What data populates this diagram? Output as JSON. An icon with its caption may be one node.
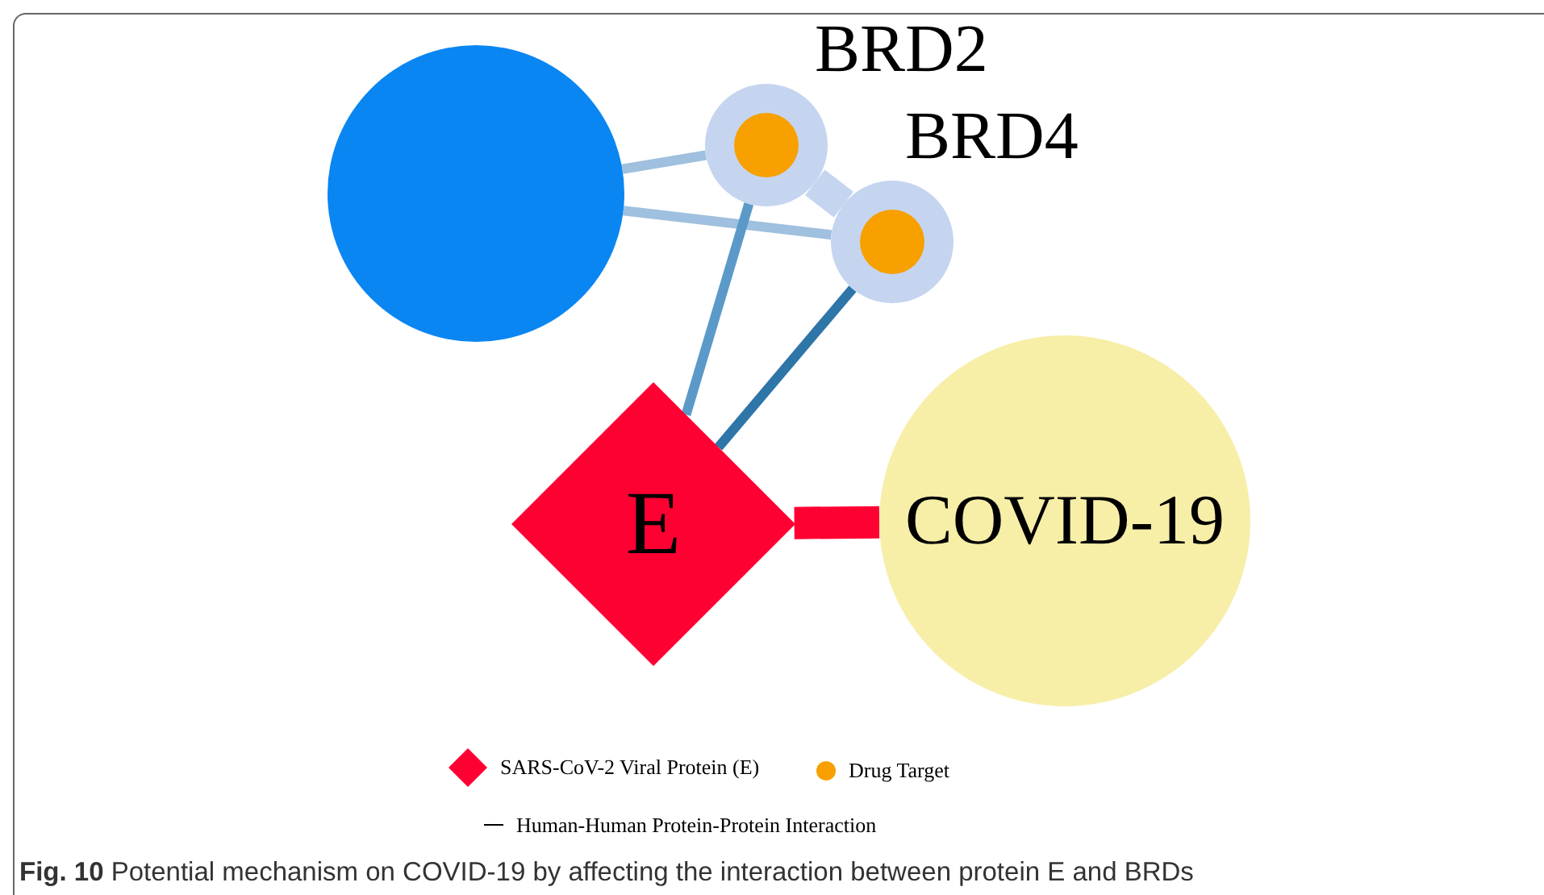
{
  "diagram": {
    "caption": "**Fig. 10** Potential mechanism on COVID-19 by affecting the interaction between protein E and BRDs",
    "nodes": [
      {
        "text": [],
        "shape": "circle"
      },
      {
        "text": [
          "BRD2"
        ]
      },
      {
        "text": [
          "BRD4"
        ]
      },
      {
        "text": [
          "E"
        ]
      },
      {
        "text": [
          "COVID-19"
        ]
      }
    ],
    "edges": [
      {
        "from": 0,
        "to": 1,
        "arrow": "none",
        "color": "#9fc0de"
      },
      {
        "from": 0,
        "to": 2,
        "arrow": "none",
        "color": "#9fc0de"
      },
      {
        "from": 1,
        "to": 2,
        "arrow": "none",
        "style": "thick",
        "color": "#c5d5f0"
      },
      {
        "from": 3,
        "to": 1,
        "arrow": "none",
        "color": "#5b9ac8"
      },
      {
        "from": 3,
        "to": 2,
        "arrow": "none",
        "color": "#2e75a8"
      },
      {
        "from": 3,
        "to": 4,
        "arrow": "none",
        "style": "thick",
        "color": "#ff0033"
      }
    ],
    "legend": [
      {
        "text": "SARS-CoV-2 Viral Protein (E)"
      },
      {
        "text": "Drug Target"
      },
      {
        "text": "Human-Human Protein-Protein Interaction"
      }
    ]
  }
}
